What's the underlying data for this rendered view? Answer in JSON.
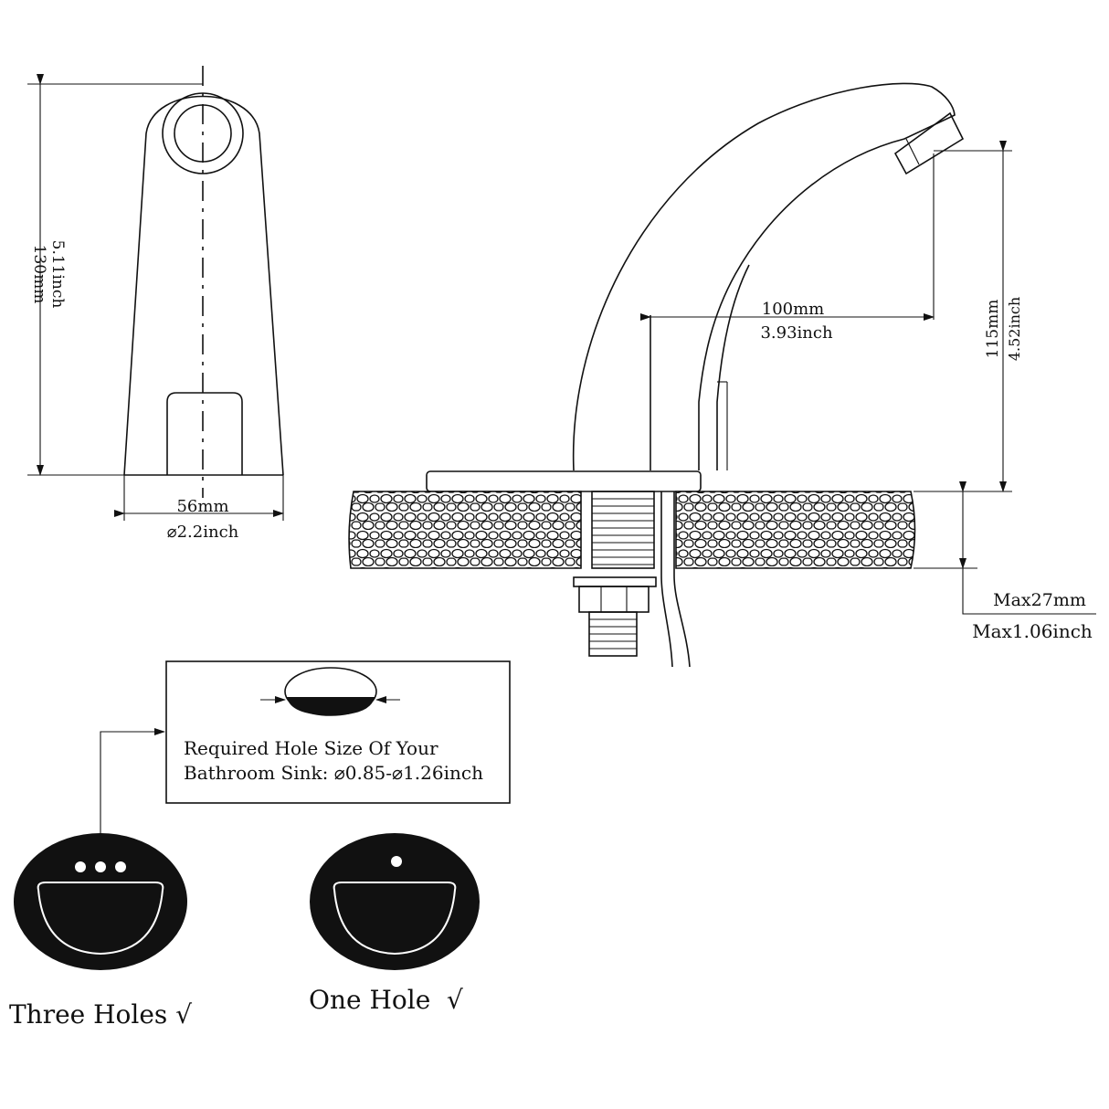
{
  "front_view": {
    "height_mm": "130mm",
    "height_inch": "5.11inch",
    "width_mm": "56mm",
    "width_inch": "⌀2.2inch"
  },
  "side_view": {
    "reach_mm": "100mm",
    "reach_inch": "3.93inch",
    "spout_height_mm": "115mm",
    "spout_height_inch": "4.52inch",
    "max_thickness_mm": "Max27mm",
    "max_thickness_inch": "Max1.06inch"
  },
  "hole_requirement": {
    "line1": "Required Hole Size Of Your",
    "line2": "Bathroom Sink: ⌀0.85-⌀1.26inch"
  },
  "sink_options": [
    {
      "label": "Three Holes √"
    },
    {
      "label": "One Hole  √"
    }
  ]
}
